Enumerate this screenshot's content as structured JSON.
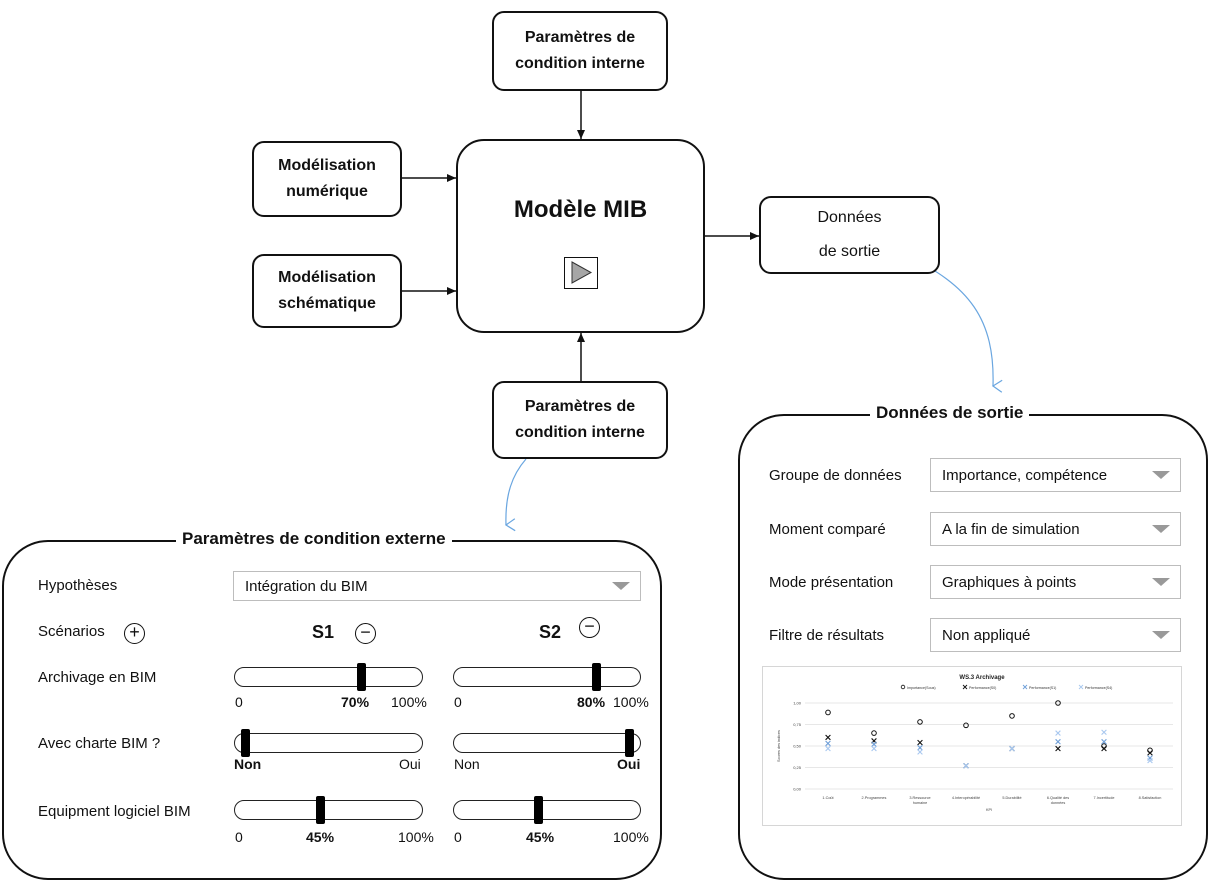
{
  "diagram": {
    "top_box": "Paramètres de\ncondition interne",
    "bottom_box": "Paramètres de\ncondition interne",
    "left_box_1": "Modélisation\nnumérique",
    "left_box_2": "Modélisation\nschématique",
    "center_title": "Modèle MIB",
    "right_box_line1": "Données",
    "right_box_line2": "de sortie"
  },
  "external_panel": {
    "title": "Paramètres de condition  externe",
    "hypotheses_label": "Hypothèses",
    "hypotheses_value": "Intégration du BIM",
    "scenarios_label": "Scénarios",
    "s1_label": "S1",
    "s2_label": "S2",
    "rows": [
      {
        "label": "Archivage en BIM",
        "s1": {
          "fraction": 0.7,
          "min": "0",
          "val": "70%",
          "max": "100%"
        },
        "s2": {
          "fraction": 0.8,
          "min": "0",
          "val": "80%",
          "max": "100%"
        }
      },
      {
        "label": "Avec charte BIM ?",
        "s1": {
          "fraction": 0.0,
          "min": "Non",
          "max": "Oui"
        },
        "s2": {
          "fraction": 1.0,
          "min": "Non",
          "max": "Oui"
        }
      },
      {
        "label": "Equipment logiciel BIM",
        "s1": {
          "fraction": 0.45,
          "min": "0",
          "val": "45%",
          "max": "100%"
        },
        "s2": {
          "fraction": 0.45,
          "min": "0",
          "val": "45%",
          "max": "100%"
        }
      }
    ]
  },
  "output_panel": {
    "title": "Données de sortie",
    "fields": [
      {
        "label": "Groupe de données",
        "value": "Importance, compétence"
      },
      {
        "label": "Moment comparé",
        "value": "A la fin de simulation"
      },
      {
        "label": "Mode présentation",
        "value": "Graphiques à points"
      },
      {
        "label": "Filtre de résultats",
        "value": "Non appliqué"
      }
    ]
  },
  "colors": {
    "dark": "#111111",
    "light_blue": "#8fb6e8",
    "blue_arrow": "#6aa6e0",
    "grey": "#bdbdbd"
  },
  "chart_data": {
    "type": "scatter",
    "title": "WS.3 Archivage",
    "ylabel": "Scores des indices",
    "xlabel": "KPI",
    "ylim": [
      0,
      1
    ],
    "yticks": [
      "0,00",
      "0,25",
      "0,50",
      "0,75",
      "1,00"
    ],
    "categories": [
      "1.Coût",
      "2.Programmes",
      "3.Ressource humaine",
      "4.Interopérabilité",
      "5.Durabilité",
      "6.Qualité des données",
      "7.Incertitude",
      "8.Satisfaction"
    ],
    "series": [
      {
        "name": "Importance(Sous)",
        "marker": "circle",
        "color": "#111111",
        "values": [
          0.89,
          0.65,
          0.78,
          0.74,
          0.85,
          1.0,
          0.5,
          0.45
        ]
      },
      {
        "name": "Performance(S0)",
        "marker": "x",
        "color": "#111111",
        "values": [
          0.6,
          0.56,
          0.54,
          0.27,
          0.47,
          0.47,
          0.47,
          0.42
        ]
      },
      {
        "name": "Performance(S1)",
        "marker": "x",
        "color": "#6f9fd8",
        "values": [
          0.53,
          0.52,
          0.48,
          0.27,
          0.47,
          0.55,
          0.55,
          0.36
        ]
      },
      {
        "name": "Performance(S4)",
        "marker": "x",
        "color": "#a9c8ef",
        "values": [
          0.47,
          0.47,
          0.43,
          0.27,
          0.47,
          0.65,
          0.66,
          0.33
        ]
      }
    ]
  }
}
